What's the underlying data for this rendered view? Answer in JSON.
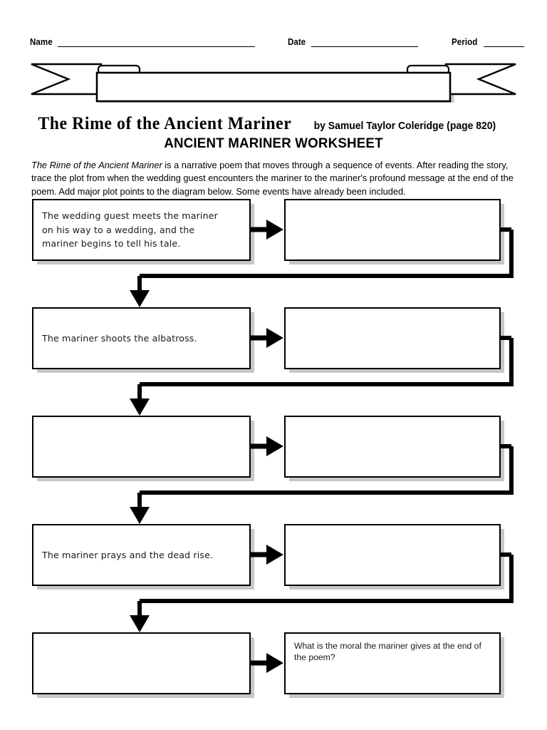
{
  "header": {
    "name_label": "Name",
    "date_label": "Date",
    "period_label": "Period"
  },
  "banner": {
    "title": "ANCIENT MARINER WORKSHEET"
  },
  "worksheet": {
    "poem_title": "The Rime of the Ancient Mariner",
    "byline": "by Samuel Taylor Coleridge (page 820)",
    "instructions_italic": "The Rime of the Ancient Mariner",
    "instructions_rest": " is a narrative poem that moves through a sequence of events. After reading the story, trace the plot from when the wedding guest encounters the mariner to the mariner's profound message at the end of the poem. Add major plot points to the diagram below. Some events have already been included."
  },
  "diagram": {
    "rows": [
      {
        "left_text": "The wedding guest meets the mariner\non his way to a wedding, and the\nmariner begins to tell his tale.",
        "right_text": ""
      },
      {
        "left_text": "The mariner shoots the albatross.",
        "right_text": ""
      },
      {
        "left_text": "",
        "right_text": ""
      },
      {
        "left_text": "The mariner prays and the dead rise.",
        "right_text": ""
      },
      {
        "left_text": "",
        "right_text": "What is the moral the mariner gives at the end of the poem?"
      }
    ]
  },
  "colors": {
    "ink": "#000000",
    "shadow": "#c8c8c8",
    "paper": "#ffffff"
  }
}
